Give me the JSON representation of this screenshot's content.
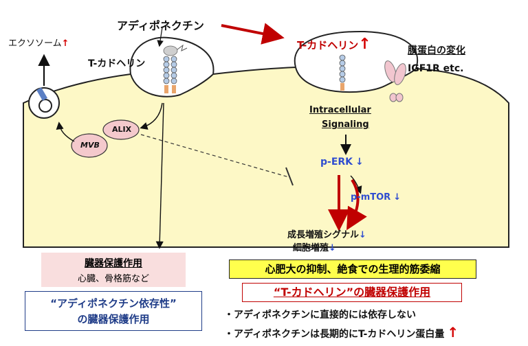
{
  "labels": {
    "adiponectin": "アディポネクチン",
    "exosome": "エクソソーム",
    "tcad_left": "T-カドヘリン",
    "tcad_right": "T-カドヘリン",
    "membrane_change": "膜蛋白の変化",
    "igf1r": "IGF1R  etc.",
    "intracellular": "Intracellular",
    "signaling": "Signaling",
    "alix": "ALIX",
    "mvb": "MVB",
    "perk": "p-ERK",
    "pmtor": "p-mTOR",
    "growth_signal": "成長増殖シグナル",
    "cell_prolif": "細胞増殖"
  },
  "boxes": {
    "organ_protect_title": "臓器保護作用",
    "organ_protect_body": "心臓、骨格筋など",
    "dependency_line1": "“アディポネクチン依存性”",
    "dependency_line2": "の臓器保護作用",
    "hypertrophy": "心肥大の抑制、絶食での生理的筋委縮",
    "tcad_protect": "“T-カドヘリン”の臓器保護作用"
  },
  "bullets": [
    "・アディポネクチンに直接的には依存しない",
    "・アディポネクチンは長期的にT-カドヘリン蛋白量"
  ],
  "symbols": {
    "up_arrow": "↑",
    "down_arrow": "↓"
  },
  "colors": {
    "cell_fill": "#fdf8c6",
    "red": "#c00000",
    "blue_text": "#2f4dd0",
    "pink_fill": "#f7d4d4",
    "yellow_box": "#ffff4d"
  }
}
